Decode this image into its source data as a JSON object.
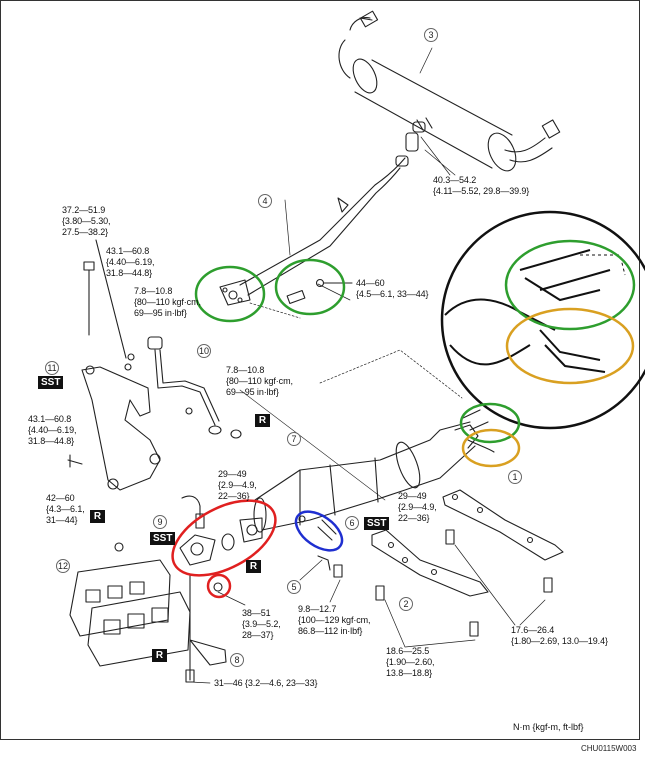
{
  "diagram": {
    "title": "Exhaust system exploded view with tightening torques",
    "units_note": "N·m {kgf-m, ft-lbf}",
    "figure_code": "CHU0115W003",
    "tags": {
      "sst": "SST",
      "replace": "R"
    },
    "part_numbers": [
      "1",
      "2",
      "3",
      "4",
      "5",
      "6",
      "7",
      "8",
      "9",
      "10",
      "11",
      "12"
    ],
    "torques": {
      "muffler_clamp": "40.3—54.2\n{4.11—5.52, 29.8—39.9}",
      "bracket_bolt_top": "37.2—51.9\n{3.80—5.30,\n27.5—38.2}",
      "bracket_nut": "43.1—60.8\n{4.40—6.19,\n31.8—44.8}",
      "air_valve_nut": "7.8—10.8\n{80—110 kgf·cm,\n69—95 in·lbf}",
      "pipe_flange_nut": "44—60\n{4.5—6.1, 33—44}",
      "pipe_nut_10": "7.8—10.8\n{80—110 kgf·cm,\n69—95 in·lbf}",
      "bracket_bolt_lower": "43.1—60.8\n{4.40—6.19,\n31.8—44.8}",
      "manifold_nut": "42—60\n{4.3—6.1,\n31—44}",
      "o2_sensor_front": "29—49\n{2.9—4.9,\n22—36}",
      "o2_sensor_rear": "29—49\n{2.9—4.9,\n22—36}",
      "converter_nut": "38—51\n{3.9—5.2,\n28—37}",
      "sensor_bracket_bolt": "9.8—12.7\n{100—129 kgf·cm,\n86.8—112 in·lbf}",
      "crossmember_2_bolt": "18.6—25.5\n{1.90—2.60,\n13.8—18.8}",
      "crossmember_1_bolt": "17.6—26.4\n{1.80—2.69, 13.0—19.4}",
      "stay_bolt": "31—46 {3.2—4.6, 23—33}"
    },
    "highlight_colors": {
      "green": "#2e9e2e",
      "orange": "#d9a021",
      "red": "#e02020",
      "blue": "#1f2fd0"
    }
  }
}
